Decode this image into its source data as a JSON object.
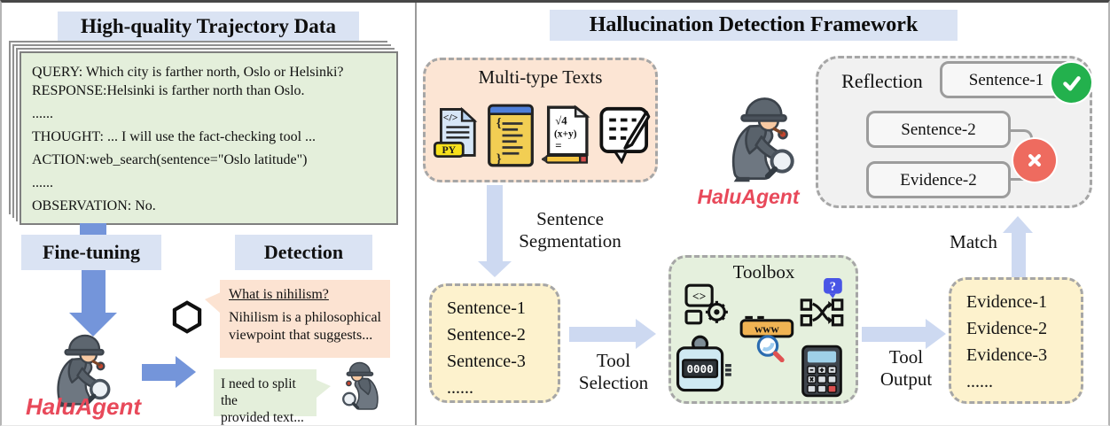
{
  "colors": {
    "title_bg": "#dae3f3",
    "arrow_blue_dark": "#7495da",
    "arrow_blue_light": "#cdd9f1",
    "trajectory_green": "#e4efdb",
    "peach": "#fce5d4",
    "cream": "#fdf2cd",
    "toolbox_green": "#e5f0dd",
    "reflection_gray": "#f1f1f1",
    "halu_red": "#e8495a",
    "check_green": "#23b14d",
    "cross_red": "#ee6b5f"
  },
  "left_panel": {
    "title": "High-quality Trajectory Data",
    "trajectory_card": {
      "paragraphs": [
        "QUERY: Which city is farther north, Oslo or Helsinki? RESPONSE:Helsinki is farther north than Oslo.",
        "......",
        "THOUGHT: ... I will use the fact-checking tool ...",
        "ACTION:web_search(sentence=\"Oslo latitude\")",
        "......",
        "OBSERVATION: No."
      ]
    },
    "fine_tuning_label": "Fine-tuning",
    "detection_label": "Detection",
    "halu_agent_label": "HaluAgent",
    "question_bubble": {
      "question": "What is nihilism?",
      "answer_lines": [
        "Nihilism is a philosophical",
        "viewpoint that suggests..."
      ]
    },
    "agent_bubble": {
      "lines": [
        "I need to split the",
        "provided text..."
      ]
    }
  },
  "right_panel": {
    "title": "Hallucination Detection Framework",
    "halu_agent_label": "HaluAgent",
    "multi_type_box": {
      "title": "Multi-type Texts",
      "py_glyph": "</>",
      "py_label": "PY",
      "brace_open": "{",
      "brace_close": "}",
      "math_lines": [
        "√4",
        "(x+y)",
        "="
      ]
    },
    "sentence_segmentation": {
      "line1": "Sentence",
      "line2": "Segmentation"
    },
    "sentences_box": {
      "items": [
        "Sentence-1",
        "Sentence-2",
        "Sentence-3",
        "......"
      ]
    },
    "tool_selection": {
      "line1": "Tool",
      "line2": "Selection"
    },
    "toolbox": {
      "title": "Toolbox",
      "code_glyph": "<>",
      "www_label": "www",
      "counter_value": "0000",
      "question_mark": "?"
    },
    "tool_output": {
      "line1": "Tool",
      "line2": "Output"
    },
    "evidence_box": {
      "items": [
        "Evidence-1",
        "Evidence-2",
        "Evidence-3",
        "......"
      ]
    },
    "match_label": "Match",
    "reflection_box": {
      "title": "Reflection",
      "sentence1": "Sentence-1",
      "sentence2": "Sentence-2",
      "evidence2": "Evidence-2"
    }
  }
}
